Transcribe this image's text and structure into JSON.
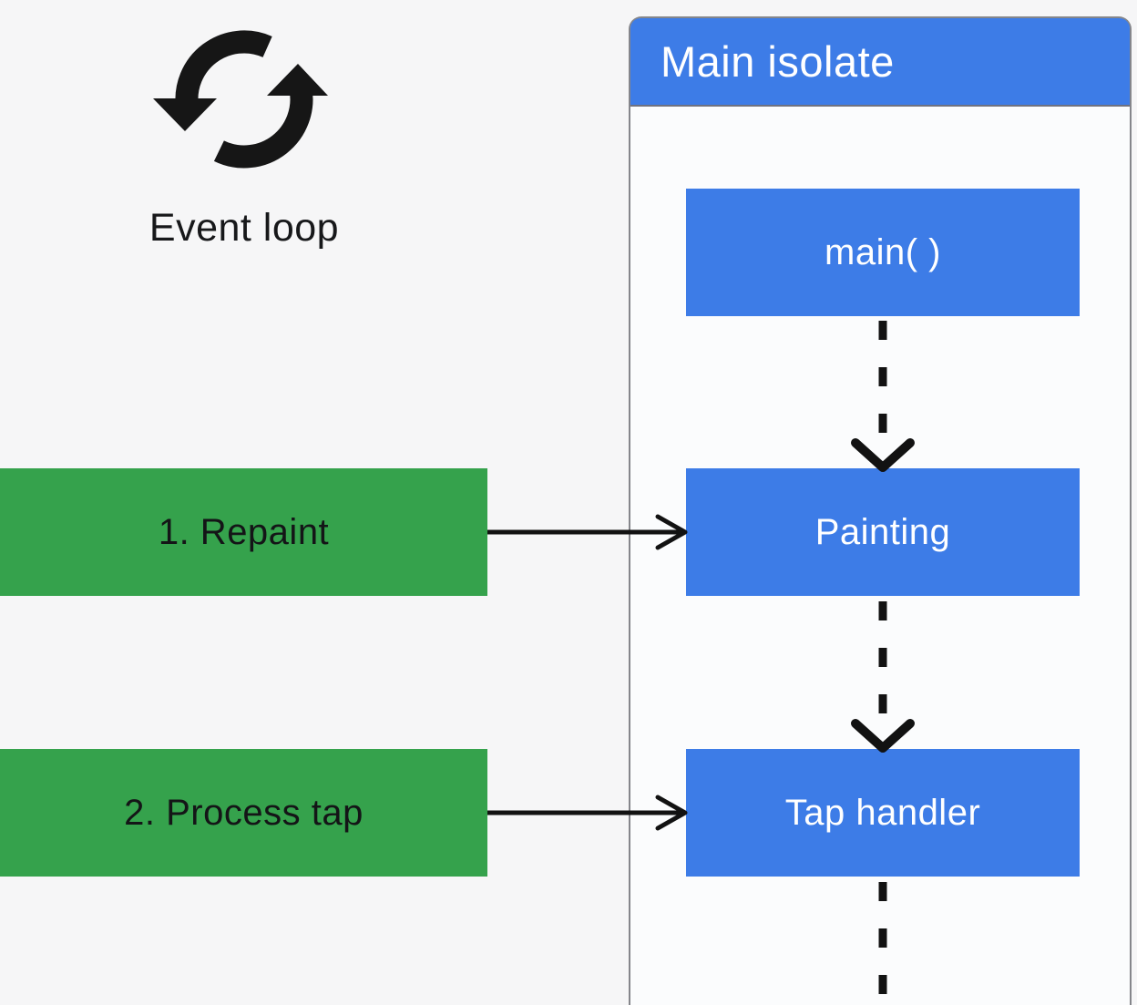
{
  "canvas": {
    "background": "#f6f6f7"
  },
  "event_loop": {
    "label": "Event loop",
    "icon": "cycle-arrows-icon",
    "icon_color": "#161616"
  },
  "isolate": {
    "title": "Main isolate",
    "header_color": "#3d7ce7",
    "title_color": "#ffffff",
    "body_color": "#fbfcfd",
    "border_color": "#85868b",
    "node_color": "#3d7ce7",
    "node_text_color": "#ffffff",
    "nodes": [
      {
        "id": "main",
        "label": "main( )"
      },
      {
        "id": "painting",
        "label": "Painting"
      },
      {
        "id": "tap-handler",
        "label": "Tap handler"
      }
    ]
  },
  "events": [
    {
      "id": "repaint",
      "label": "1. Repaint",
      "target": "painting"
    },
    {
      "id": "process-tap",
      "label": "2. Process tap",
      "target": "tap-handler"
    }
  ],
  "event_box_color": "#35a24c",
  "event_text_color": "#141517",
  "arrow_color": "#121212",
  "connections": [
    {
      "from": "main( )",
      "to": "Painting",
      "style": "dashed",
      "direction": "down"
    },
    {
      "from": "Painting",
      "to": "Tap handler",
      "style": "dashed",
      "direction": "down"
    },
    {
      "from": "Tap handler",
      "to": "",
      "style": "dashed",
      "direction": "down-continues-offscreen"
    },
    {
      "from": "1. Repaint",
      "to": "Painting",
      "style": "solid",
      "direction": "right"
    },
    {
      "from": "2. Process tap",
      "to": "Tap handler",
      "style": "solid",
      "direction": "right"
    }
  ]
}
